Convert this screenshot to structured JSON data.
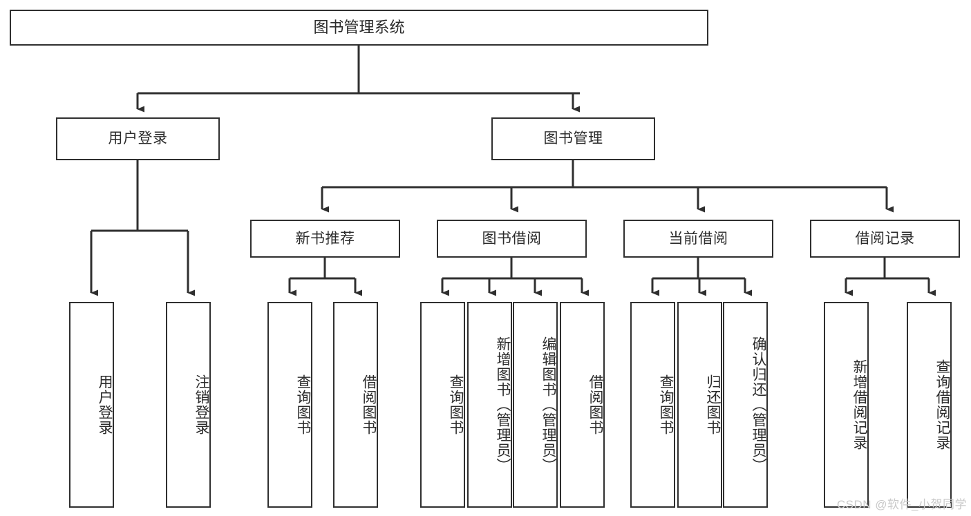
{
  "diagram": {
    "type": "tree-hierarchy-chart",
    "title": "图书管理系统",
    "stroke_color": "#2f2f2f",
    "text_color": "#2b2b2b",
    "background_color": "#ffffff",
    "watermark": "CSDN @软件_小贺同学",
    "watermark_color": "#c9c9c9"
  },
  "nodes": {
    "root": {
      "label": "图书管理系统",
      "level": 0
    },
    "level1": [
      {
        "id": "user-login",
        "label": "用户登录"
      },
      {
        "id": "book-management",
        "label": "图书管理"
      }
    ],
    "level2": [
      {
        "id": "new-book-recommend",
        "label": "新书推荐",
        "parent": "book-management"
      },
      {
        "id": "book-borrow",
        "label": "图书借阅",
        "parent": "book-management"
      },
      {
        "id": "current-borrow",
        "label": "当前借阅",
        "parent": "book-management"
      },
      {
        "id": "borrow-record",
        "label": "借阅记录",
        "parent": "book-management"
      }
    ],
    "leaves": [
      {
        "id": "leaf-user-login",
        "label": "用户登录",
        "parent": "user-login"
      },
      {
        "id": "leaf-user-logout",
        "label": "注销登录",
        "parent": "user-login"
      },
      {
        "id": "leaf-query-book-1",
        "label": "查询图书",
        "parent": "new-book-recommend"
      },
      {
        "id": "leaf-borrow-book-1",
        "label": "借阅图书",
        "parent": "new-book-recommend"
      },
      {
        "id": "leaf-query-book-2",
        "label": "查询图书",
        "parent": "book-borrow"
      },
      {
        "id": "leaf-add-book",
        "label": "新增图书（管理员）",
        "parent": "book-borrow"
      },
      {
        "id": "leaf-edit-book",
        "label": "编辑图书（管理员）",
        "parent": "book-borrow"
      },
      {
        "id": "leaf-borrow-book-2",
        "label": "借阅图书",
        "parent": "book-borrow"
      },
      {
        "id": "leaf-query-book-3",
        "label": "查询图书",
        "parent": "current-borrow"
      },
      {
        "id": "leaf-return-book",
        "label": "归还图书",
        "parent": "current-borrow"
      },
      {
        "id": "leaf-confirm-return",
        "label": "确认归还（管理员）",
        "parent": "current-borrow"
      },
      {
        "id": "leaf-add-record",
        "label": "新增借阅记录",
        "parent": "borrow-record"
      },
      {
        "id": "leaf-query-record",
        "label": "查询借阅记录",
        "parent": "borrow-record"
      }
    ]
  }
}
